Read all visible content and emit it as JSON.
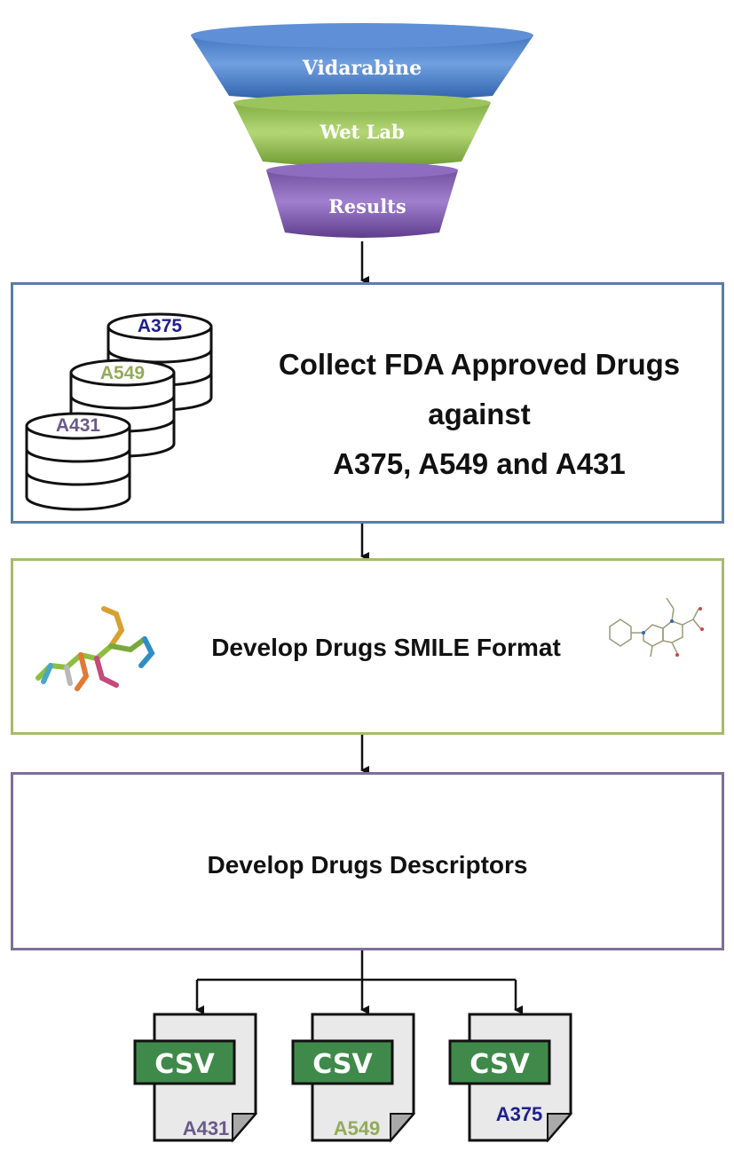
{
  "funnel": {
    "stages": [
      {
        "label": "Vidarabine",
        "color": "#4a7ec4"
      },
      {
        "label": "Wet Lab",
        "color": "#8fb84f"
      },
      {
        "label": "Results",
        "color": "#7d5aa8"
      }
    ]
  },
  "collect_box": {
    "line1": "Collect FDA Approved Drugs",
    "line2": "against",
    "line3": "A375, A549 and A431",
    "databases": [
      {
        "label": "A375",
        "color": "#1f1f8f"
      },
      {
        "label": "A549",
        "color": "#93ab5a"
      },
      {
        "label": "A431",
        "color": "#6a5a8a"
      }
    ]
  },
  "smile_box": {
    "text": "Develop Drugs SMILE Format"
  },
  "descriptor_box": {
    "text": "Develop Drugs Descriptors"
  },
  "outputs": [
    {
      "badge": "CSV",
      "label": "A431",
      "label_color": "#6a5a8a"
    },
    {
      "badge": "CSV",
      "label": "A549",
      "label_color": "#93ab5a"
    },
    {
      "badge": "CSV",
      "label": "A375",
      "label_color": "#1f1f8f"
    }
  ],
  "colors": {
    "box_collect_border": "#5a7ea3",
    "box_smile_border": "#a5bb6a",
    "box_descriptor_border": "#7d6e99",
    "csv_badge": "#3f8a4a"
  }
}
